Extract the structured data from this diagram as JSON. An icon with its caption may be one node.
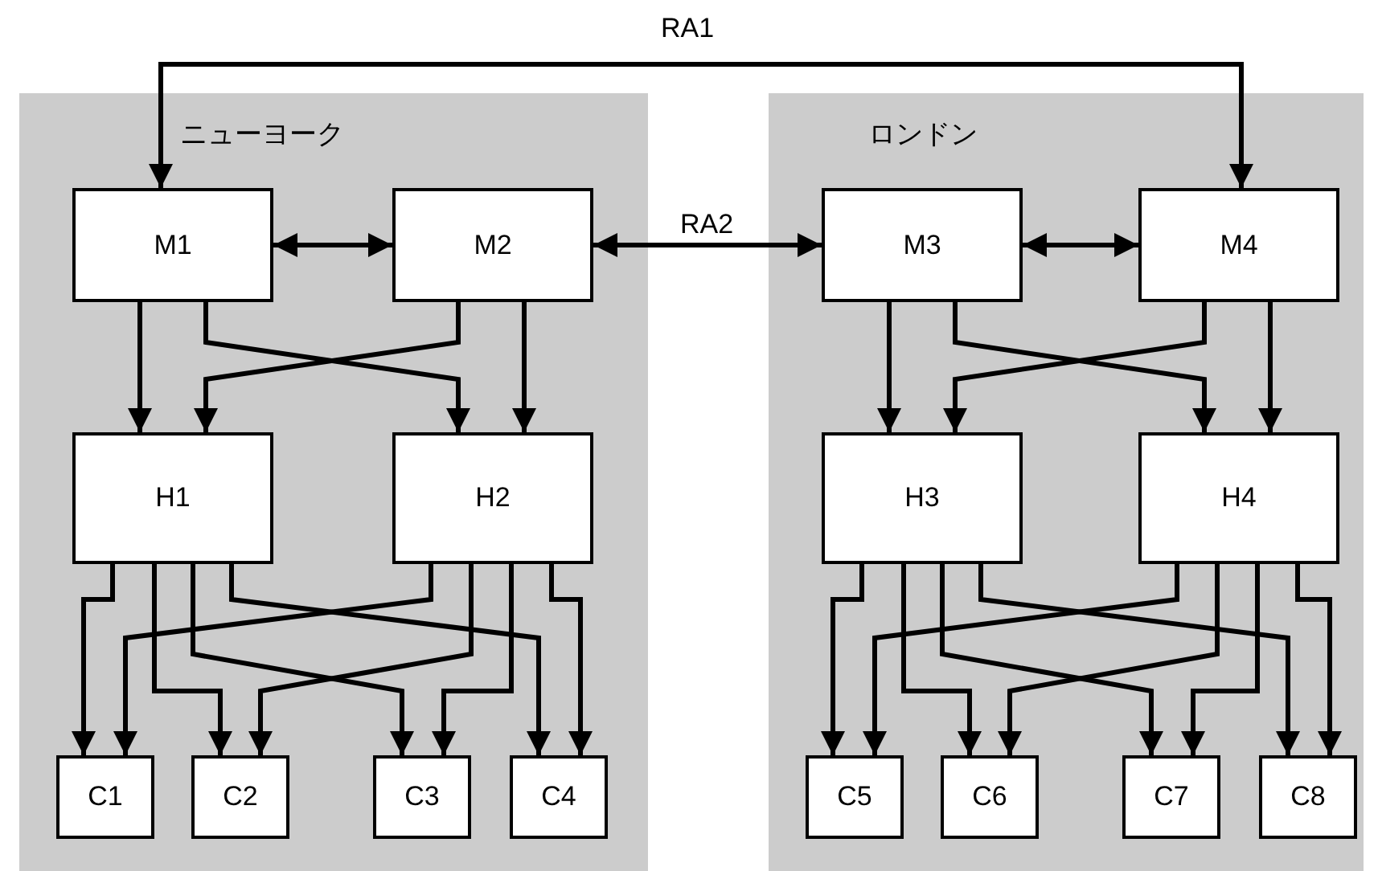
{
  "diagram": {
    "nodes": [
      {
        "text": [
          "ニューヨーク"
        ]
      },
      {
        "text": [
          "M1"
        ],
        "in": 0
      },
      {
        "text": [
          "M2"
        ],
        "in": 0
      },
      {
        "text": [
          "H1"
        ],
        "in": 0
      },
      {
        "text": [
          "H2"
        ],
        "in": 0
      },
      {
        "text": [
          "C1"
        ],
        "in": 0
      },
      {
        "text": [
          "C2"
        ],
        "in": 0
      },
      {
        "text": [
          "C3"
        ],
        "in": 0
      },
      {
        "text": [
          "C4"
        ],
        "in": 0
      },
      {
        "text": [
          "ロンドン"
        ]
      },
      {
        "text": [
          "M3"
        ],
        "in": 9
      },
      {
        "text": [
          "M4"
        ],
        "in": 9
      },
      {
        "text": [
          "H3"
        ],
        "in": 9
      },
      {
        "text": [
          "H4"
        ],
        "in": 9
      },
      {
        "text": [
          "C5"
        ],
        "in": 9
      },
      {
        "text": [
          "C6"
        ],
        "in": 9
      },
      {
        "text": [
          "C7"
        ],
        "in": 9
      },
      {
        "text": [
          "C8"
        ],
        "in": 9
      }
    ],
    "edges": [
      {
        "from": 1,
        "to": 2,
        "arrow": "both"
      },
      {
        "from": 2,
        "to": 10,
        "arrow": "both",
        "label": "RA2"
      },
      {
        "from": 1,
        "to": 11,
        "arrow": "both",
        "label": "RA1"
      },
      {
        "from": 10,
        "to": 11,
        "arrow": "both"
      },
      {
        "from": 1,
        "to": 3,
        "arrow": "to"
      },
      {
        "from": 1,
        "to": 4,
        "arrow": "to"
      },
      {
        "from": 2,
        "to": 3,
        "arrow": "to"
      },
      {
        "from": 2,
        "to": 4,
        "arrow": "to"
      },
      {
        "from": 3,
        "to": 5,
        "arrow": "to"
      },
      {
        "from": 3,
        "to": 6,
        "arrow": "to"
      },
      {
        "from": 3,
        "to": 7,
        "arrow": "to"
      },
      {
        "from": 3,
        "to": 8,
        "arrow": "to"
      },
      {
        "from": 4,
        "to": 5,
        "arrow": "to"
      },
      {
        "from": 4,
        "to": 6,
        "arrow": "to"
      },
      {
        "from": 4,
        "to": 7,
        "arrow": "to"
      },
      {
        "from": 4,
        "to": 8,
        "arrow": "to"
      },
      {
        "from": 10,
        "to": 12,
        "arrow": "to"
      },
      {
        "from": 10,
        "to": 13,
        "arrow": "to"
      },
      {
        "from": 11,
        "to": 12,
        "arrow": "to"
      },
      {
        "from": 11,
        "to": 13,
        "arrow": "to"
      },
      {
        "from": 12,
        "to": 14,
        "arrow": "to"
      },
      {
        "from": 12,
        "to": 15,
        "arrow": "to"
      },
      {
        "from": 12,
        "to": 16,
        "arrow": "to"
      },
      {
        "from": 12,
        "to": 17,
        "arrow": "to"
      },
      {
        "from": 13,
        "to": 14,
        "arrow": "to"
      },
      {
        "from": 13,
        "to": 15,
        "arrow": "to"
      },
      {
        "from": 13,
        "to": 16,
        "arrow": "to"
      },
      {
        "from": 13,
        "to": 17,
        "arrow": "to"
      }
    ]
  }
}
